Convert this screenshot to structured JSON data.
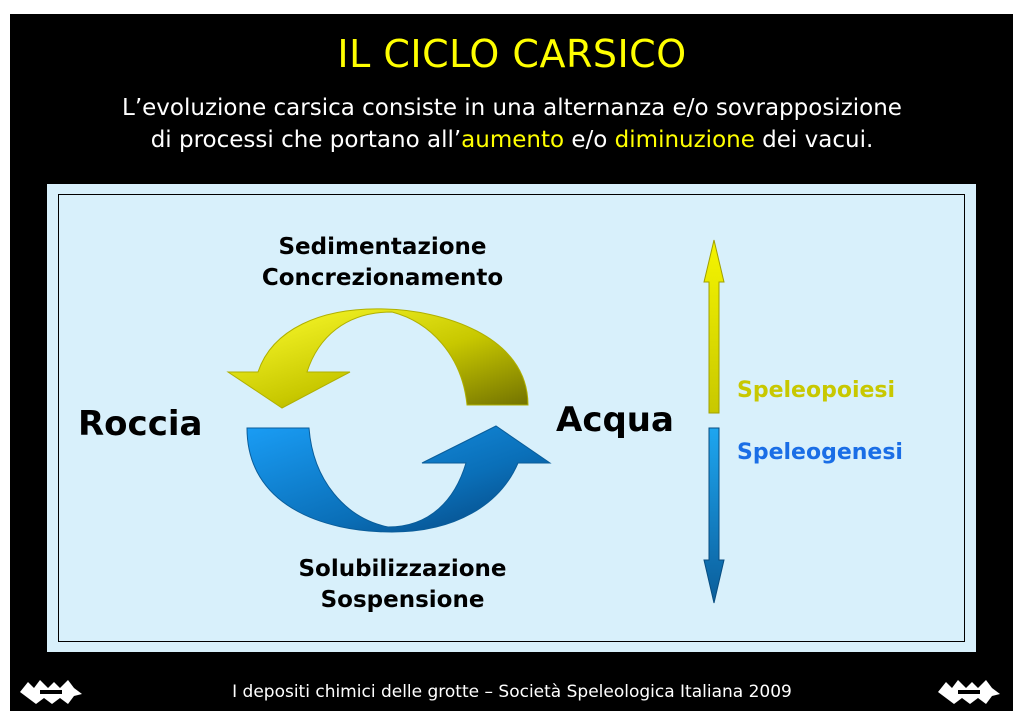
{
  "title": "IL CICLO CARSICO",
  "subtitle": {
    "line1": "L’evoluzione carsica consiste in una alternanza e/o sovrapposizione",
    "line2_pre": "di processi che portano all’",
    "highlight1": "aumento",
    "line2_mid": " e/o ",
    "highlight2": "diminuzione",
    "line2_post": " dei vacui."
  },
  "diagram": {
    "top_label_1": "Sedimentazione",
    "top_label_2": "Concrezionamento",
    "bottom_label_1": "Solubilizzazione",
    "bottom_label_2": "Sospensione",
    "left_node": "Roccia",
    "right_node": "Acqua",
    "up_label": "Speleopoiesi",
    "down_label": "Speleogenesi"
  },
  "colors": {
    "background": "#000000",
    "title": "#ffff00",
    "panel": "#d8f0fb",
    "yellow_arrow": "#c8c800",
    "blue_arrow": "#1a6ee6"
  },
  "footer": "I depositi chimici delle grotte – Società Speleologica Italiana 2009"
}
